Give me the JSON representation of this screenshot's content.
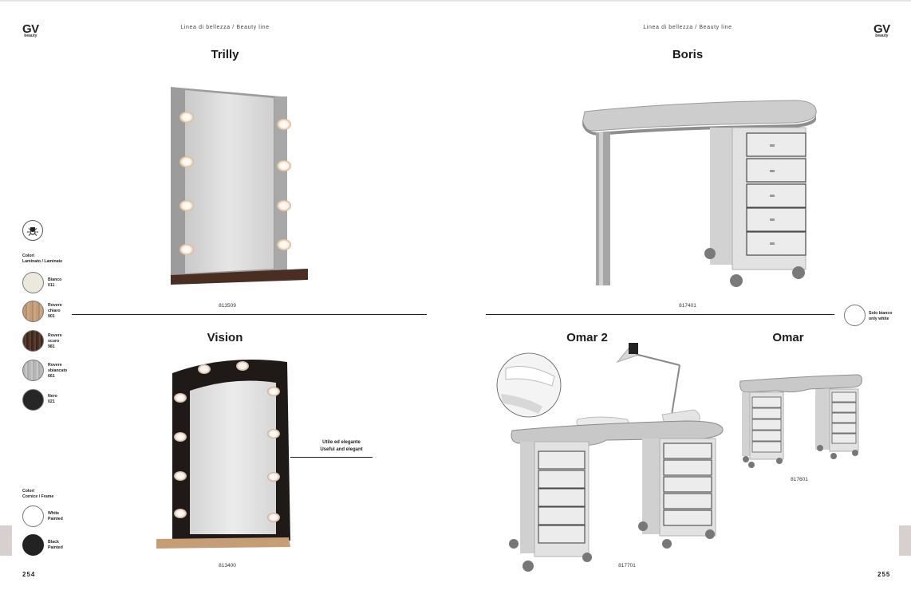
{
  "left_page": {
    "logo": {
      "main": "GV",
      "sub": "beauty"
    },
    "running_head": "Linea di bellezza / Beauty line",
    "page_number": "254",
    "products": [
      {
        "name": "Trilly",
        "code": "813509"
      },
      {
        "name": "Vision",
        "code": "813400",
        "tagline_it": "Utile ed elegante",
        "tagline_en": "Useful and elegant"
      }
    ],
    "legend": {
      "icon": "light-bulb-icon",
      "laminate_heading_1": "Colori",
      "laminate_heading_2": "Laminato / Laminate",
      "laminates": [
        {
          "line1": "Bianco",
          "line2": "011",
          "line3": "",
          "color": "#ece8dc"
        },
        {
          "line1": "Rovere",
          "line2": "chiaro",
          "line3": "901",
          "color": "#c09a72"
        },
        {
          "line1": "Rovere",
          "line2": "scuro",
          "line3": "981",
          "color": "#4a3026"
        },
        {
          "line1": "Rovere",
          "line2": "sbiancato",
          "line3": "661",
          "color": "#b8b8b8"
        },
        {
          "line1": "Nero",
          "line2": "021",
          "line3": "",
          "color": "#262626"
        }
      ],
      "frame_heading_1": "Colori",
      "frame_heading_2": "Cornice / Frame",
      "frames": [
        {
          "line1": "White",
          "line2": "Painted",
          "color": "#ffffff"
        },
        {
          "line1": "Black",
          "line2": "Painted",
          "color": "#222222"
        }
      ]
    }
  },
  "right_page": {
    "logo": {
      "main": "GV",
      "sub": "beauty"
    },
    "running_head": "Linea di bellezza / Beauty line",
    "page_number": "255",
    "products": [
      {
        "name": "Boris",
        "code": "817401"
      },
      {
        "name": "Omar 2",
        "code": "817701"
      },
      {
        "name": "Omar",
        "code": "817601"
      }
    ],
    "color_note": {
      "line1": "Solo bianco",
      "line2": "only white"
    }
  },
  "colors": {
    "page_tab": "#d8d0ce",
    "rule": "#1c1c1c"
  }
}
